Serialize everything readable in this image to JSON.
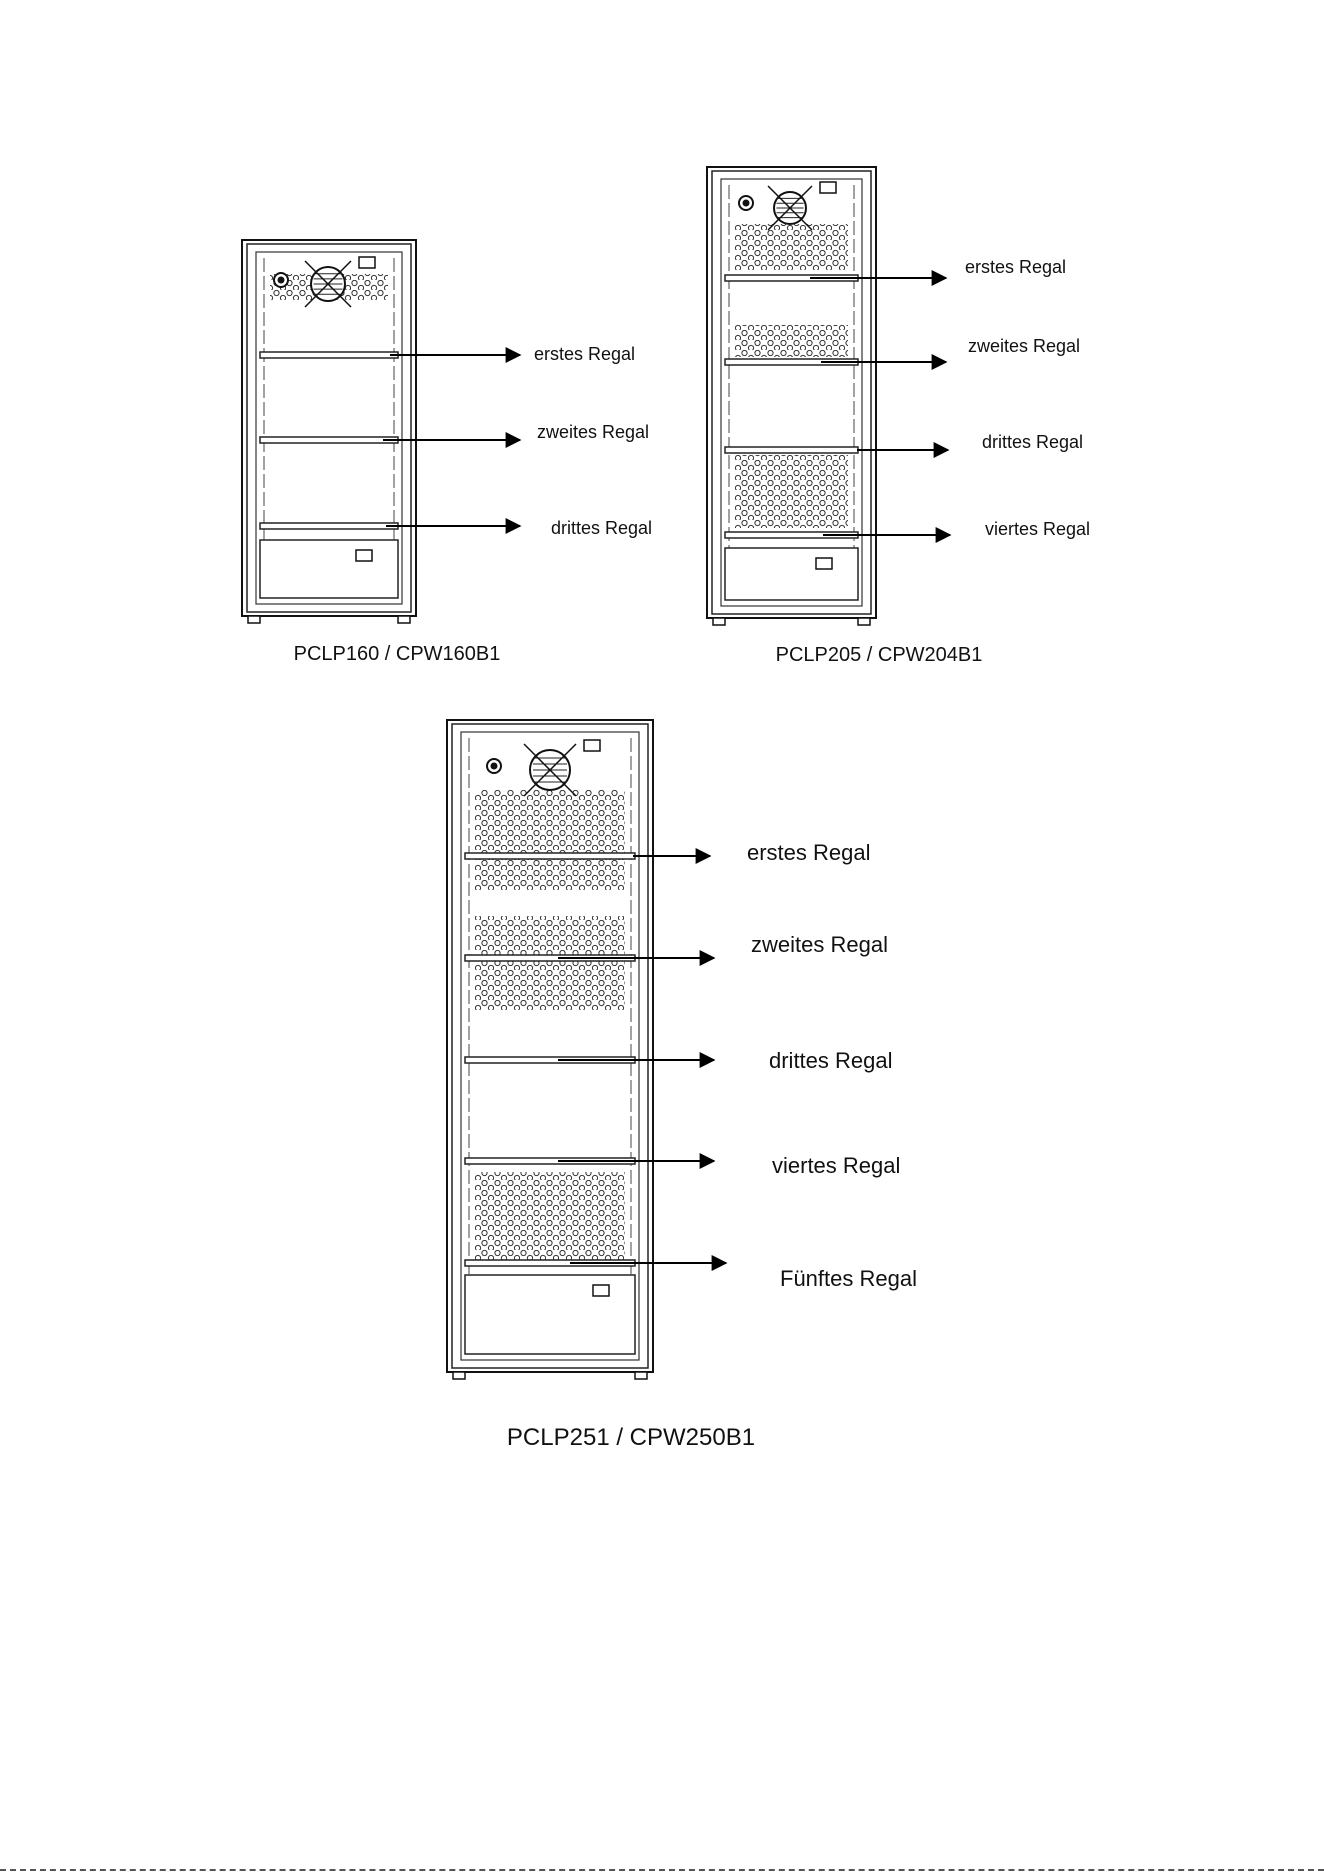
{
  "figures": [
    {
      "caption": "PCLP160 / CPW160B1",
      "shelf_labels": [
        "erstes Regal",
        "zweites Regal",
        "drittes Regal"
      ]
    },
    {
      "caption": "PCLP205 / CPW204B1",
      "shelf_labels": [
        "erstes Regal",
        "zweites Regal",
        "drittes Regal",
        "viertes Regal"
      ]
    },
    {
      "caption": "PCLP251 / CPW250B1",
      "shelf_labels": [
        "erstes Regal",
        "zweites Regal",
        "drittes Regal",
        "viertes Regal",
        "Fünftes Regal"
      ]
    }
  ]
}
